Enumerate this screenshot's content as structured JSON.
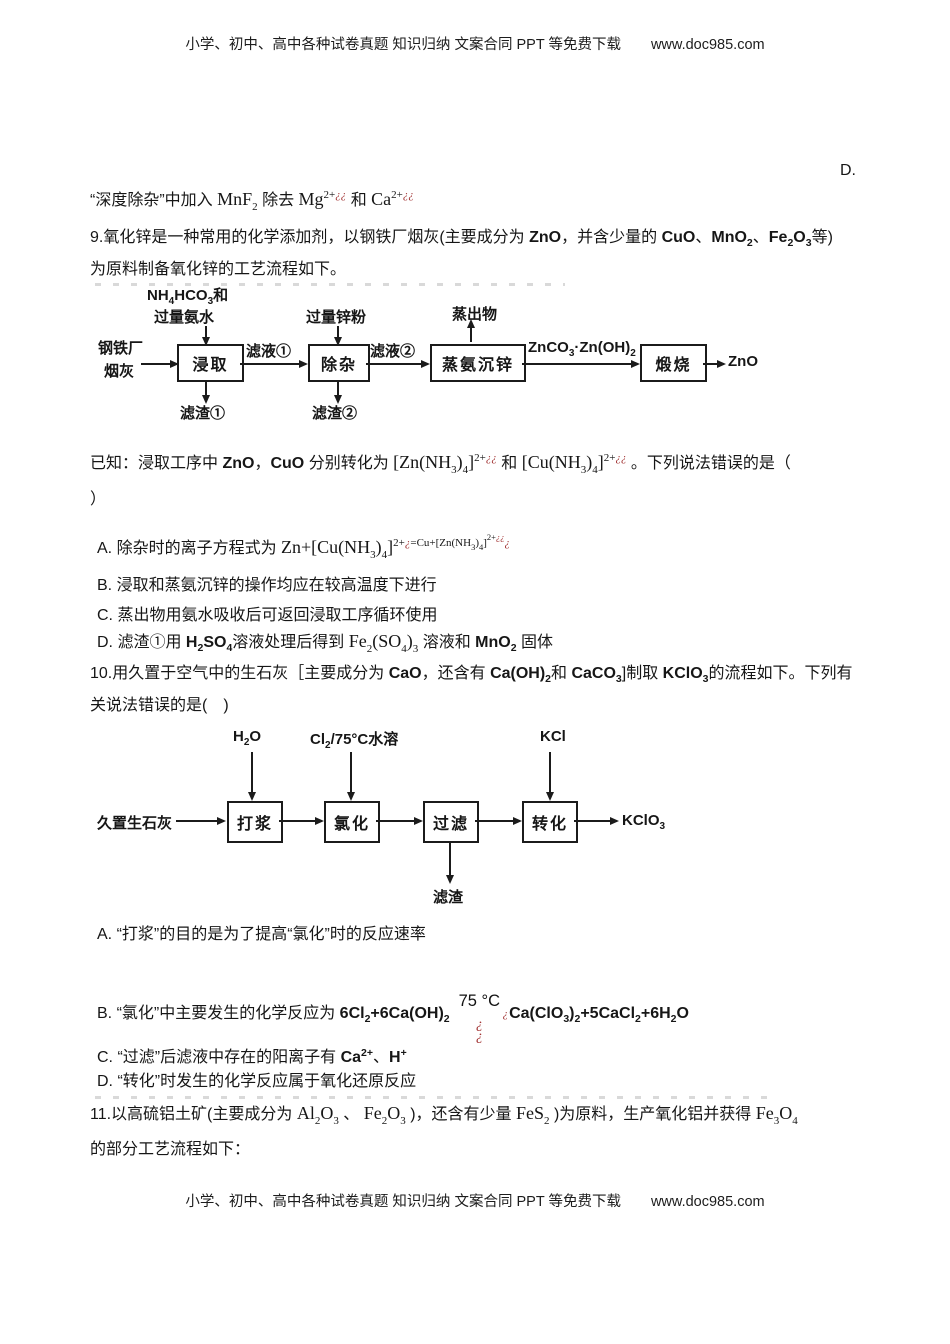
{
  "colors": {
    "accent_red": "#a03030",
    "ink": "#161616"
  },
  "header": {
    "text": "小学、初中、高中各种试卷真题 知识归纳 文案合同 PPT 等免费下载",
    "site": "www.doc985.com"
  },
  "footer": {
    "text": "小学、初中、高中各种试卷真题 知识归纳 文案合同 PPT 等免费下载",
    "site": "www.doc985.com"
  },
  "prev_question": {
    "option_d_label": "D.",
    "line": [
      {
        "k": "t",
        "t": "“深度除杂”中加入 "
      },
      {
        "k": "cf",
        "t": "MnF"
      },
      {
        "k": "sub",
        "t": "2"
      },
      {
        "k": "t",
        "t": " 除去 "
      },
      {
        "k": "cf",
        "t": "Mg"
      },
      {
        "k": "sup",
        "t": "2+"
      },
      {
        "k": "supr",
        "t": "¿¿"
      },
      {
        "k": "t",
        "t": " 和 "
      },
      {
        "k": "cf",
        "t": "Ca"
      },
      {
        "k": "sup",
        "t": "2+"
      },
      {
        "k": "supr",
        "t": "¿¿"
      }
    ]
  },
  "q9": {
    "line1": [
      {
        "k": "t",
        "t": "9.氧化锌是一种常用的化学添加剂，以钢铁厂烟灰(主要成分为 "
      },
      {
        "k": "cs",
        "t": "ZnO"
      },
      {
        "k": "t",
        "t": "，并含少量的 "
      },
      {
        "k": "cs",
        "t": "CuO"
      },
      {
        "k": "t",
        "t": "、"
      },
      {
        "k": "cs",
        "t": "MnO"
      },
      {
        "k": "cssub",
        "t": "2"
      },
      {
        "k": "t",
        "t": "、"
      },
      {
        "k": "cs",
        "t": "Fe"
      },
      {
        "k": "cssub",
        "t": "2"
      },
      {
        "k": "cs",
        "t": "O"
      },
      {
        "k": "cssub",
        "t": "3"
      },
      {
        "k": "t",
        "t": "等)"
      }
    ],
    "line2": [
      {
        "k": "t",
        "t": "为原料制备氧化锌的工艺流程如下。"
      }
    ],
    "known": [
      {
        "k": "t",
        "t": "已知：浸取工序中 "
      },
      {
        "k": "cs",
        "t": "ZnO"
      },
      {
        "k": "t",
        "t": "，"
      },
      {
        "k": "cs",
        "t": "CuO"
      },
      {
        "k": "t",
        "t": " 分别转化为 "
      },
      {
        "k": "cf",
        "t": "[Zn(NH"
      },
      {
        "k": "sub",
        "t": "3"
      },
      {
        "k": "cf",
        "t": ")"
      },
      {
        "k": "sub",
        "t": "4"
      },
      {
        "k": "cf",
        "t": "]"
      },
      {
        "k": "sup",
        "t": "2+"
      },
      {
        "k": "supr",
        "t": "¿¿"
      },
      {
        "k": "t",
        "t": " 和 "
      },
      {
        "k": "cf",
        "t": "[Cu(NH"
      },
      {
        "k": "sub",
        "t": "3"
      },
      {
        "k": "cf",
        "t": ")"
      },
      {
        "k": "sub",
        "t": "4"
      },
      {
        "k": "cf",
        "t": "]"
      },
      {
        "k": "sup",
        "t": "2+"
      },
      {
        "k": "supr",
        "t": "¿¿"
      },
      {
        "k": "t",
        "t": " 。下列说法错误的是（"
      }
    ],
    "known_close": [
      {
        "k": "t",
        "t": "）"
      }
    ],
    "opt_a": [
      {
        "k": "t",
        "t": "A. 除杂时的离子方程式为 "
      },
      {
        "k": "cf",
        "t": "Zn+[Cu(NH"
      },
      {
        "k": "sub",
        "t": "3"
      },
      {
        "k": "cf",
        "t": ")"
      },
      {
        "k": "sub",
        "t": "4"
      },
      {
        "k": "cf",
        "t": "]"
      },
      {
        "k": "sup",
        "t": "2+"
      },
      {
        "k": "supr",
        "t": "¿"
      },
      {
        "k": "smt",
        "t": "=Cu+[Zn(NH"
      },
      {
        "k": "smsub",
        "t": "3"
      },
      {
        "k": "smt",
        "t": ")"
      },
      {
        "k": "smsub",
        "t": "4"
      },
      {
        "k": "smt",
        "t": "]"
      },
      {
        "k": "smsup",
        "t": "2+"
      },
      {
        "k": "smsupr",
        "t": "¿¿"
      },
      {
        "k": "smred",
        "t": "¿"
      }
    ],
    "opt_b": [
      {
        "k": "t",
        "t": "B. 浸取和蒸氨沉锌的操作均应在较高温度下进行"
      }
    ],
    "opt_c": [
      {
        "k": "t",
        "t": "C. 蒸出物用氨水吸收后可返回浸取工序循环使用"
      }
    ],
    "opt_d": [
      {
        "k": "t",
        "t": "D. 滤渣①用 "
      },
      {
        "k": "cs",
        "t": "H"
      },
      {
        "k": "cssub",
        "t": "2"
      },
      {
        "k": "cs",
        "t": "SO"
      },
      {
        "k": "cssub",
        "t": "4"
      },
      {
        "k": "t",
        "t": "溶液处理后得到 "
      },
      {
        "k": "cf",
        "t": "Fe"
      },
      {
        "k": "sub",
        "t": "2"
      },
      {
        "k": "cf",
        "t": "(SO"
      },
      {
        "k": "sub",
        "t": "4"
      },
      {
        "k": "cf",
        "t": ")"
      },
      {
        "k": "sub",
        "t": "3"
      },
      {
        "k": "t",
        "t": " 溶液和 "
      },
      {
        "k": "cs",
        "t": "MnO"
      },
      {
        "k": "cssub",
        "t": "2"
      },
      {
        "k": "t",
        "t": " 固体"
      }
    ]
  },
  "flow1": {
    "feed_line1": "钢铁厂",
    "feed_line2": "烟灰",
    "top1_line1": [
      {
        "k": "db",
        "t": "NH"
      },
      {
        "k": "dbsub",
        "t": "4"
      },
      {
        "k": "db",
        "t": "HCO"
      },
      {
        "k": "dbsub",
        "t": "3"
      },
      {
        "k": "db",
        "t": "和"
      }
    ],
    "top1_line2": "过量氨水",
    "box1": "浸取",
    "filtrate1": "滤液①",
    "residue1": "滤渣①",
    "top2": "过量锌粉",
    "box2": "除杂",
    "filtrate2": "滤液②",
    "residue2": "滤渣②",
    "top3": "蒸出物",
    "box3": "蒸氨沉锌",
    "mid_label": [
      {
        "k": "db",
        "t": "ZnCO"
      },
      {
        "k": "dbsub",
        "t": "3"
      },
      {
        "k": "db",
        "t": "·Zn(OH)"
      },
      {
        "k": "dbsub",
        "t": "2"
      }
    ],
    "box4": "煅烧",
    "output": [
      {
        "k": "db",
        "t": "ZnO"
      }
    ]
  },
  "q10": {
    "line1": [
      {
        "k": "t",
        "t": "10.用久置于空气中的生石灰［主要成分为 "
      },
      {
        "k": "cs",
        "t": "CaO"
      },
      {
        "k": "t",
        "t": "，还含有 "
      },
      {
        "k": "cs",
        "t": "Ca(OH)"
      },
      {
        "k": "cssub",
        "t": "2"
      },
      {
        "k": "t",
        "t": "和 "
      },
      {
        "k": "cs",
        "t": "CaCO"
      },
      {
        "k": "cssub",
        "t": "3"
      },
      {
        "k": "t",
        "t": "]制取 "
      },
      {
        "k": "cs",
        "t": "KClO"
      },
      {
        "k": "cssub",
        "t": "3"
      },
      {
        "k": "t",
        "t": "的流程如下。下列有"
      }
    ],
    "line2": [
      {
        "k": "t",
        "t": "关说法错误的是(　)"
      }
    ],
    "opt_a": [
      {
        "k": "t",
        "t": "A. “打浆”的目的是为了提高“氯化”时的反应速率"
      }
    ],
    "opt_b_pre": [
      {
        "k": "t",
        "t": "B. “氯化”中主要发生的化学反应为 "
      },
      {
        "k": "cs",
        "t": "6Cl"
      },
      {
        "k": "cssub",
        "t": "2"
      },
      {
        "k": "cs",
        "t": "+6Ca(OH)"
      },
      {
        "k": "cssub",
        "t": "2"
      }
    ],
    "opt_b_arrow": {
      "temp": "75 °C",
      "m1": "¿",
      "m2": "¿",
      "m3": "¿"
    },
    "opt_b_post": [
      {
        "k": "cs",
        "t": "Ca(ClO"
      },
      {
        "k": "cssub",
        "t": "3"
      },
      {
        "k": "cs",
        "t": ")"
      },
      {
        "k": "cssub",
        "t": "2"
      },
      {
        "k": "cs",
        "t": "+5CaCl"
      },
      {
        "k": "cssub",
        "t": "2"
      },
      {
        "k": "cs",
        "t": "+6H"
      },
      {
        "k": "cssub",
        "t": "2"
      },
      {
        "k": "cs",
        "t": "O"
      }
    ],
    "opt_c": [
      {
        "k": "t",
        "t": "C. “过滤”后滤液中存在的阳离子有 "
      },
      {
        "k": "cs",
        "t": "Ca"
      },
      {
        "k": "cssup",
        "t": "2+"
      },
      {
        "k": "t",
        "t": "、"
      },
      {
        "k": "cs",
        "t": "H"
      },
      {
        "k": "cssup",
        "t": "+"
      }
    ],
    "opt_d": [
      {
        "k": "t",
        "t": "D. “转化”时发生的化学反应属于氧化还原反应"
      }
    ]
  },
  "flow2": {
    "feed": "久置生石灰",
    "top1": [
      {
        "k": "db",
        "t": "H"
      },
      {
        "k": "dbsub",
        "t": "2"
      },
      {
        "k": "db",
        "t": "O"
      }
    ],
    "box1": "打浆",
    "top2": [
      {
        "k": "db",
        "t": "Cl"
      },
      {
        "k": "dbsub",
        "t": "2"
      },
      {
        "k": "db",
        "t": "/75°C水溶"
      }
    ],
    "box2": "氯化",
    "box3": "过滤",
    "residue": "滤渣",
    "top4": "KCl",
    "box4": "转化",
    "output": [
      {
        "k": "db",
        "t": "KClO"
      },
      {
        "k": "dbsub",
        "t": "3"
      }
    ]
  },
  "q11": {
    "line1": [
      {
        "k": "t",
        "t": "11.以高硫铝土矿(主要成分为 "
      },
      {
        "k": "cf",
        "t": "Al"
      },
      {
        "k": "sub",
        "t": "2"
      },
      {
        "k": "cf",
        "t": "O"
      },
      {
        "k": "sub",
        "t": "3"
      },
      {
        "k": "t",
        "t": " 、 "
      },
      {
        "k": "cf",
        "t": "Fe"
      },
      {
        "k": "sub",
        "t": "2"
      },
      {
        "k": "cf",
        "t": "O"
      },
      {
        "k": "sub",
        "t": "3"
      },
      {
        "k": "t",
        "t": " )，还含有少量 "
      },
      {
        "k": "cf",
        "t": "FeS"
      },
      {
        "k": "sub",
        "t": "2"
      },
      {
        "k": "t",
        "t": " )为原料，生产氧化铝并获得 "
      },
      {
        "k": "cf",
        "t": "Fe"
      },
      {
        "k": "sub",
        "t": "3"
      },
      {
        "k": "cf",
        "t": "O"
      },
      {
        "k": "sub",
        "t": "4"
      }
    ],
    "line2": [
      {
        "k": "t",
        "t": "的部分工艺流程如下："
      }
    ]
  }
}
